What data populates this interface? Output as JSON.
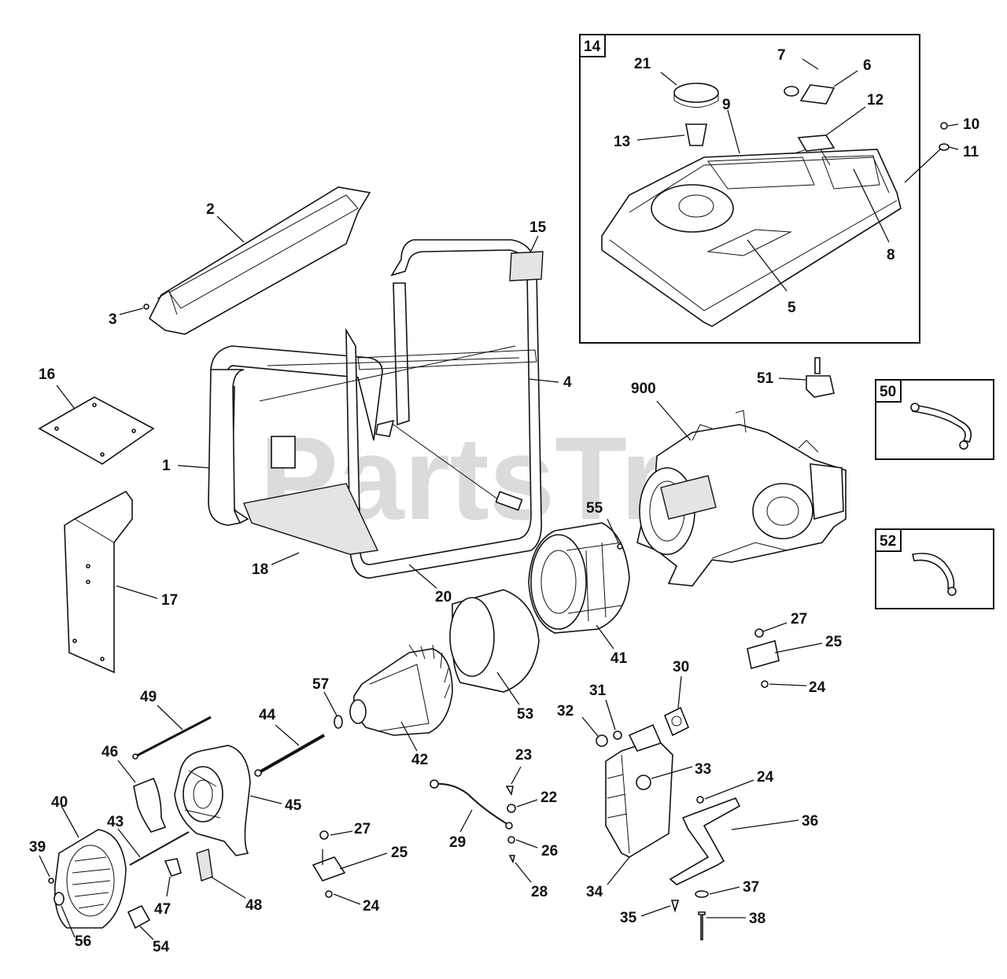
{
  "watermark": "PartsTree",
  "boxes": [
    {
      "id": "box-14",
      "label": "14"
    },
    {
      "id": "box-50",
      "label": "50"
    },
    {
      "id": "box-52",
      "label": "52"
    }
  ],
  "callouts": [
    {
      "id": "1",
      "label": "1"
    },
    {
      "id": "2",
      "label": "2"
    },
    {
      "id": "3",
      "label": "3"
    },
    {
      "id": "4",
      "label": "4"
    },
    {
      "id": "5",
      "label": "5"
    },
    {
      "id": "6",
      "label": "6"
    },
    {
      "id": "7",
      "label": "7"
    },
    {
      "id": "8",
      "label": "8"
    },
    {
      "id": "9",
      "label": "9"
    },
    {
      "id": "10",
      "label": "10"
    },
    {
      "id": "11",
      "label": "11"
    },
    {
      "id": "12",
      "label": "12"
    },
    {
      "id": "13",
      "label": "13"
    },
    {
      "id": "15",
      "label": "15"
    },
    {
      "id": "16",
      "label": "16"
    },
    {
      "id": "17",
      "label": "17"
    },
    {
      "id": "18",
      "label": "18"
    },
    {
      "id": "20",
      "label": "20"
    },
    {
      "id": "21",
      "label": "21"
    },
    {
      "id": "22",
      "label": "22"
    },
    {
      "id": "23",
      "label": "23"
    },
    {
      "id": "24a",
      "label": "24"
    },
    {
      "id": "24b",
      "label": "24"
    },
    {
      "id": "24c",
      "label": "24"
    },
    {
      "id": "25a",
      "label": "25"
    },
    {
      "id": "25b",
      "label": "25"
    },
    {
      "id": "26",
      "label": "26"
    },
    {
      "id": "27a",
      "label": "27"
    },
    {
      "id": "27b",
      "label": "27"
    },
    {
      "id": "28",
      "label": "28"
    },
    {
      "id": "29",
      "label": "29"
    },
    {
      "id": "30",
      "label": "30"
    },
    {
      "id": "31",
      "label": "31"
    },
    {
      "id": "32",
      "label": "32"
    },
    {
      "id": "33",
      "label": "33"
    },
    {
      "id": "34",
      "label": "34"
    },
    {
      "id": "35",
      "label": "35"
    },
    {
      "id": "36",
      "label": "36"
    },
    {
      "id": "37",
      "label": "37"
    },
    {
      "id": "38",
      "label": "38"
    },
    {
      "id": "39",
      "label": "39"
    },
    {
      "id": "40",
      "label": "40"
    },
    {
      "id": "41",
      "label": "41"
    },
    {
      "id": "42",
      "label": "42"
    },
    {
      "id": "43",
      "label": "43"
    },
    {
      "id": "44",
      "label": "44"
    },
    {
      "id": "45",
      "label": "45"
    },
    {
      "id": "46",
      "label": "46"
    },
    {
      "id": "47",
      "label": "47"
    },
    {
      "id": "48",
      "label": "48"
    },
    {
      "id": "49",
      "label": "49"
    },
    {
      "id": "51",
      "label": "51"
    },
    {
      "id": "53",
      "label": "53"
    },
    {
      "id": "54",
      "label": "54"
    },
    {
      "id": "55",
      "label": "55"
    },
    {
      "id": "56",
      "label": "56"
    },
    {
      "id": "57",
      "label": "57"
    },
    {
      "id": "900",
      "label": "900"
    }
  ]
}
